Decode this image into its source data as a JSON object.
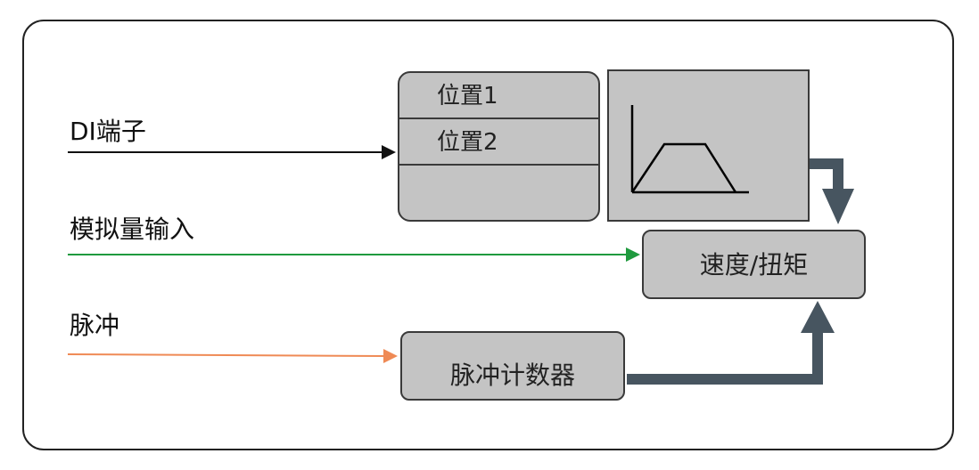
{
  "inputs": {
    "di": "DI端子",
    "analog": "模拟量输入",
    "pulse": "脉冲"
  },
  "memory": {
    "slots": [
      "位置1",
      "位置2",
      ""
    ]
  },
  "target_label": "速度/扭矩",
  "counter_label": "脉冲计数器",
  "colors": {
    "di_line": "#111111",
    "analog_line": "#1f9a3e",
    "pulse_line": "#ef8a55",
    "box_fill": "#c4c4c4",
    "thick_arrow": "#475560"
  }
}
